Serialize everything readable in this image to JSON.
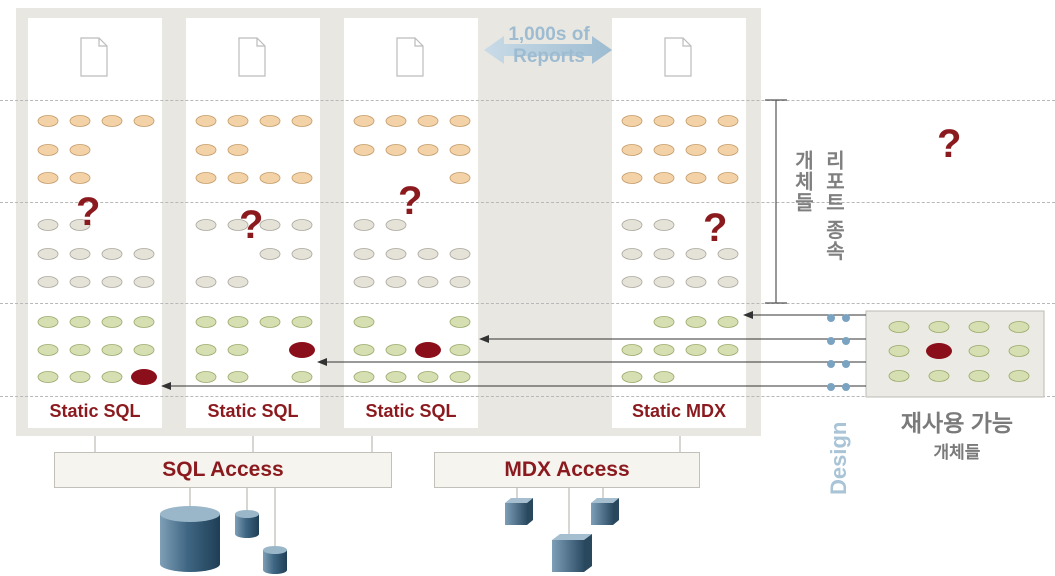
{
  "banner": {
    "line1": "1,000s of",
    "line2": "Reports"
  },
  "columns": [
    {
      "label": "Static SQL"
    },
    {
      "label": "Static SQL"
    },
    {
      "label": "Static SQL"
    },
    {
      "label": "Static MDX"
    }
  ],
  "question_mark": "?",
  "report_dependent_objects": {
    "line1": "리포트 종속",
    "line2": "개체들"
  },
  "design_label": "Design",
  "reusable_objects": {
    "line1": "재사용 가능",
    "line2": "개체들"
  },
  "access_layers": [
    {
      "label": "SQL Access"
    },
    {
      "label": "MDX Access"
    }
  ],
  "colors": {
    "orange_oval": "#f3d2a8",
    "gray_oval": "#e5e2d8",
    "green_oval": "#d5dfb2",
    "red_oval": "#8b0f1a",
    "accent_text": "#8b1a1f",
    "banner_arrow": "#a9c4d6"
  }
}
